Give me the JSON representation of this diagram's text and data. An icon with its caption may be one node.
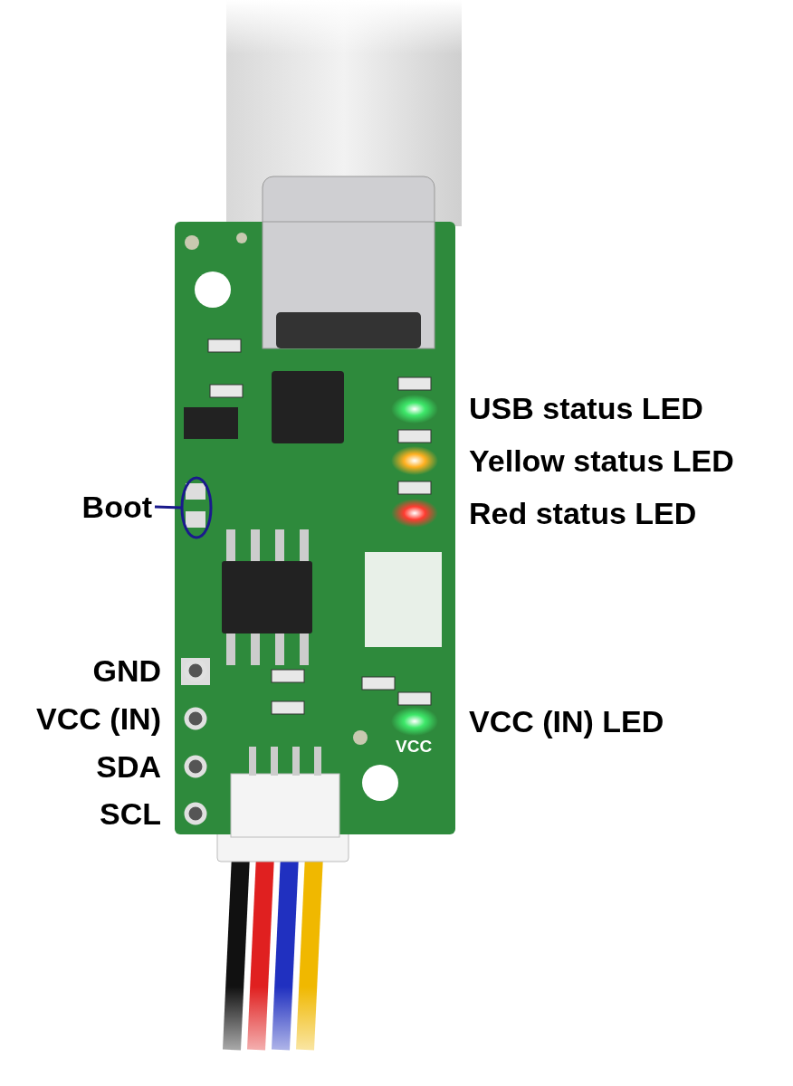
{
  "diagram": {
    "nodes": [
      {
        "text": [
          "Boot"
        ]
      },
      {
        "text": [],
        "shape": "ellipse"
      }
    ],
    "edges": [
      {
        "from": 0,
        "to": 1,
        "arrow": "none"
      }
    ],
    "labels": [
      "USB status LED",
      "Yellow status LED",
      "Red status LED",
      "GND",
      "VCC (IN)",
      "VCC (IN) LED",
      "SDA",
      "SCL",
      "VCC"
    ]
  }
}
